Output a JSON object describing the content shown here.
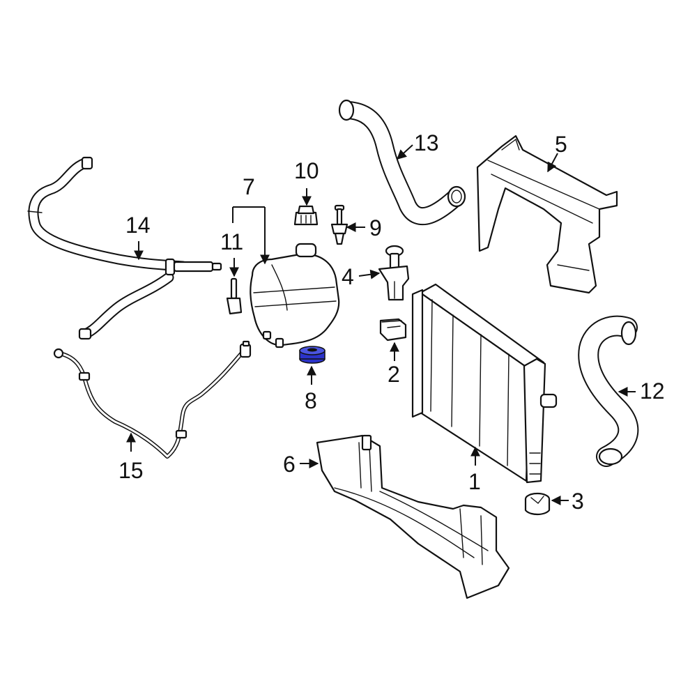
{
  "callouts": [
    {
      "id": "1",
      "text": "1"
    },
    {
      "id": "2",
      "text": "2"
    },
    {
      "id": "3",
      "text": "3"
    },
    {
      "id": "4",
      "text": "4"
    },
    {
      "id": "5",
      "text": "5"
    },
    {
      "id": "6",
      "text": "6"
    },
    {
      "id": "7",
      "text": "7"
    },
    {
      "id": "8",
      "text": "8"
    },
    {
      "id": "9",
      "text": "9"
    },
    {
      "id": "10",
      "text": "10"
    },
    {
      "id": "11",
      "text": "11"
    },
    {
      "id": "12",
      "text": "12"
    },
    {
      "id": "13",
      "text": "13"
    },
    {
      "id": "14",
      "text": "14"
    },
    {
      "id": "15",
      "text": "15"
    }
  ],
  "highlight_color": "#2b33c9",
  "line_color": "#111111"
}
